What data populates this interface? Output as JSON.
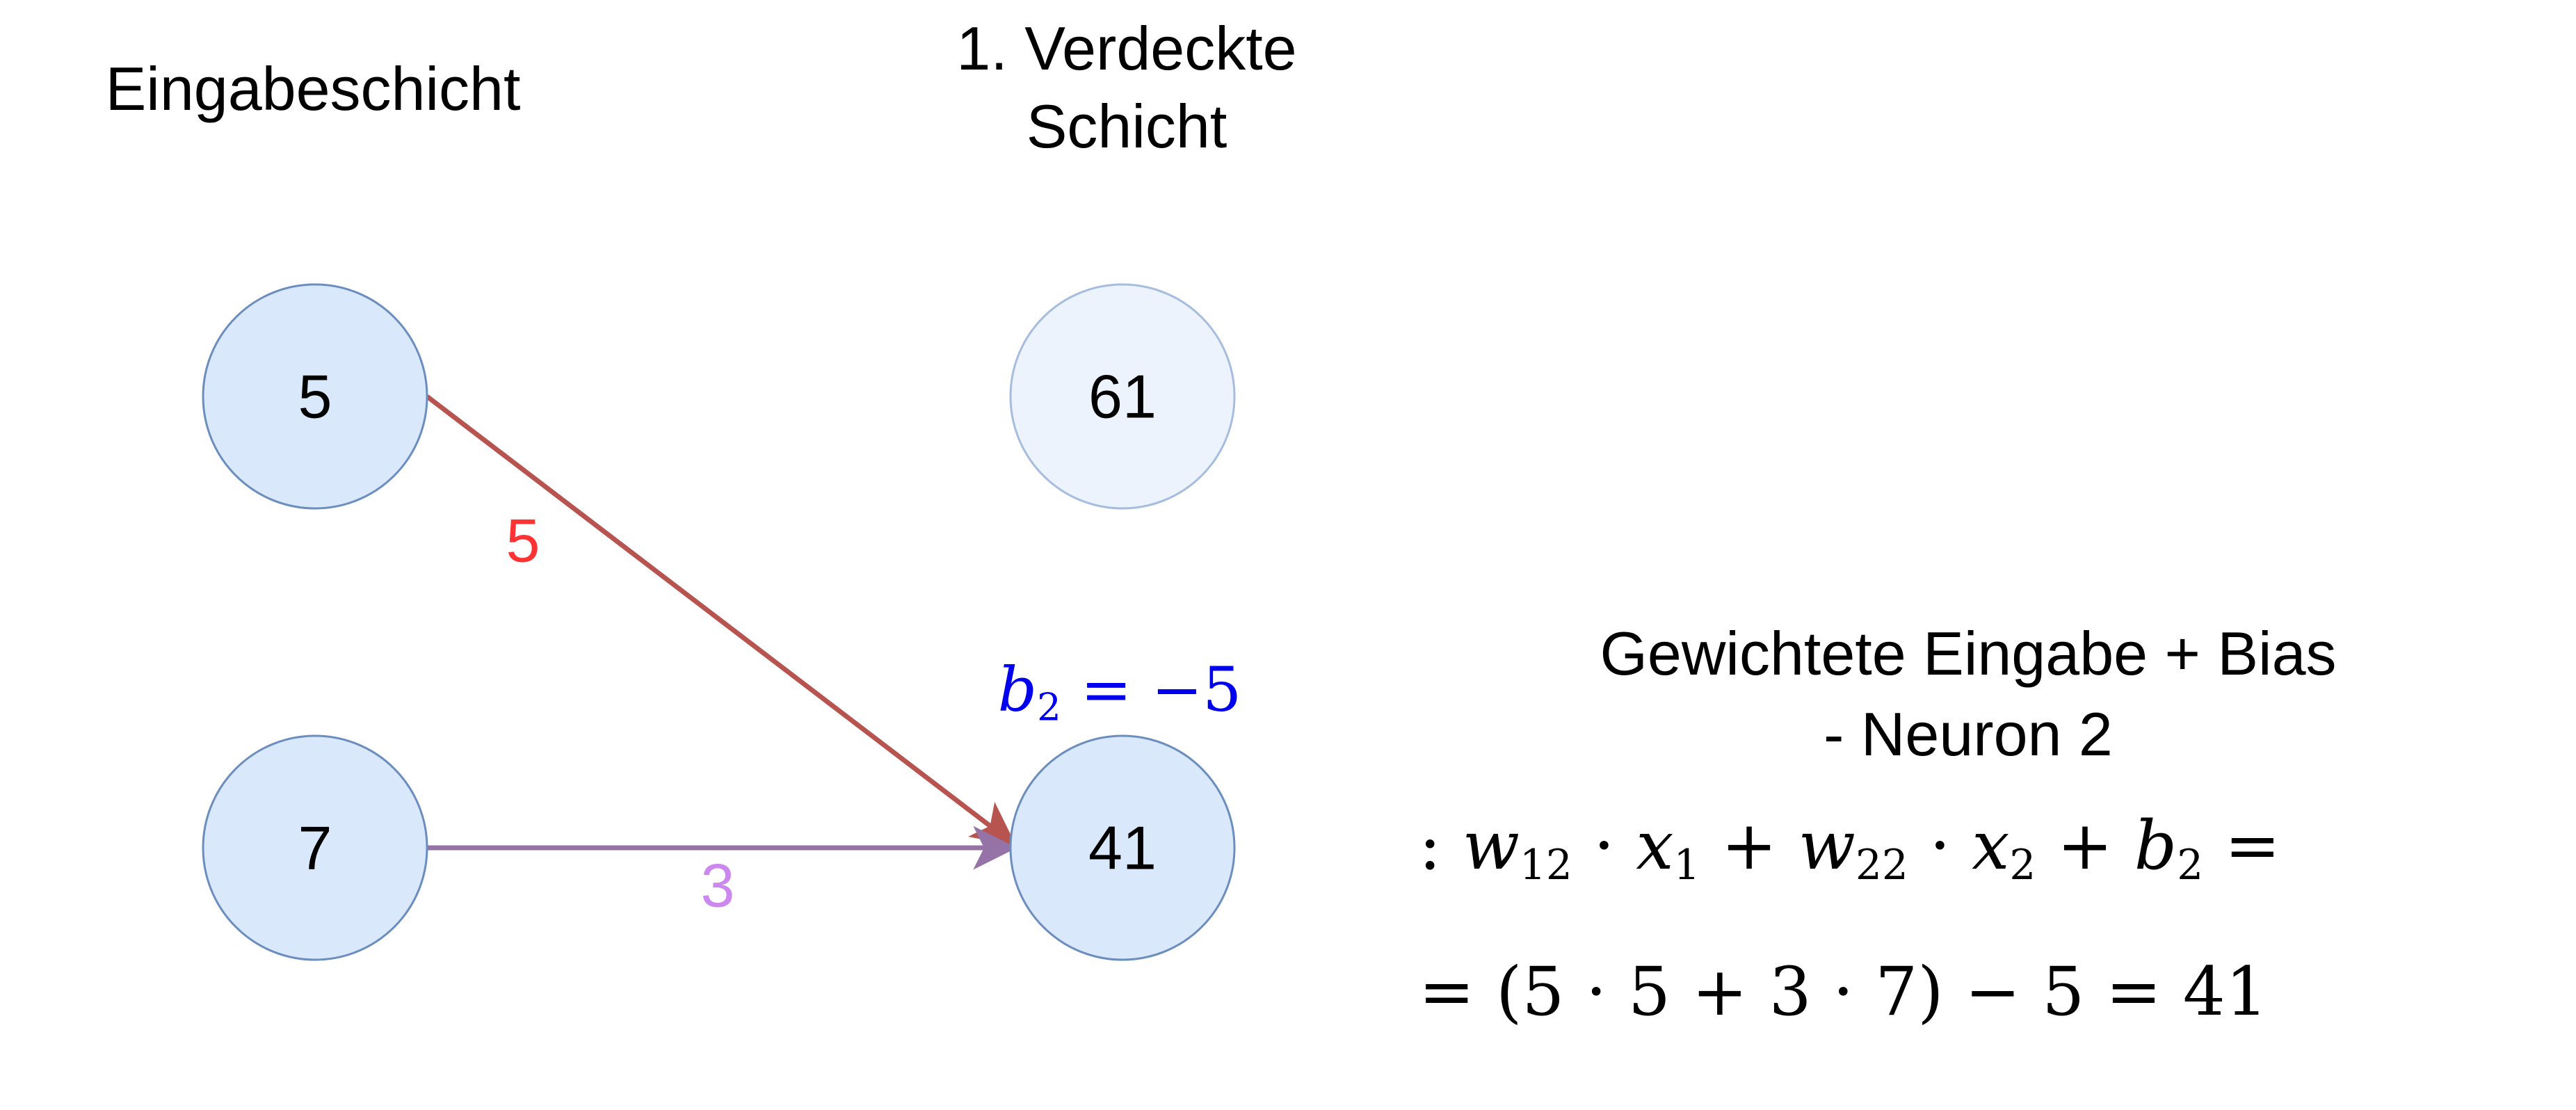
{
  "layers": {
    "input_title": "Eingabeschicht",
    "hidden_title_line1": "1. Verdeckte",
    "hidden_title_line2": "Schicht"
  },
  "nodes": {
    "input": [
      {
        "value": "5"
      },
      {
        "value": "7"
      }
    ],
    "hidden": [
      {
        "value": "61"
      },
      {
        "value": "41"
      }
    ]
  },
  "weights": [
    {
      "label": "5",
      "color": "#ff3333"
    },
    {
      "label": "3",
      "color": "#cc88ee"
    }
  ],
  "edge_colors": {
    "edge_1": "#b85450",
    "edge_2": "#9673a6"
  },
  "bias": {
    "symbol": "b",
    "subscript": "2",
    "rest": " = −5",
    "color": "#0000ee"
  },
  "formula": {
    "title_line1": "Gewichtete Eingabe + Bias",
    "title_line2": "- Neuron 2",
    "line1": {
      "colon": ": ",
      "w1": "w",
      "w1_sub": "12",
      "dot1": " · ",
      "x1": "x",
      "x1_sub": "1",
      "plus1": " + ",
      "w2": "w",
      "w2_sub": "22",
      "dot2": " · ",
      "x2": "x",
      "x2_sub": "2",
      "plus2": " + ",
      "b": "b",
      "b_sub": "2",
      "eq": " ="
    },
    "line2": "= (5 · 5 + 3 · 7) − 5 = 41"
  },
  "colors": {
    "node_fill": "#dae8fc",
    "node_stroke": "#6c8ebf",
    "node_fill_faded": "#ecf3fd",
    "node_stroke_faded": "#a7bddf"
  }
}
